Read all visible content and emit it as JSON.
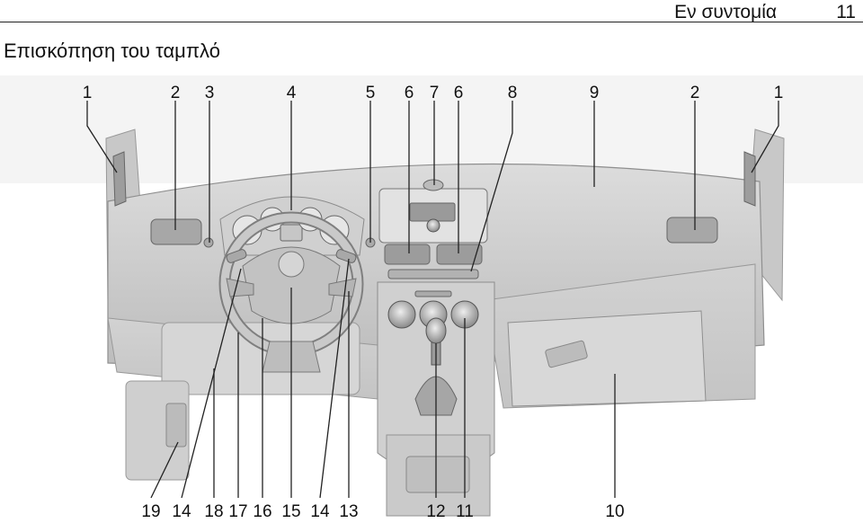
{
  "header": {
    "section_title": "Εν συντομία",
    "page_number": "11"
  },
  "page_heading": "Επισκόπηση του ταμπλό",
  "figure": {
    "top_callouts": [
      "1",
      "2",
      "3",
      "4",
      "5",
      "6",
      "7",
      "6",
      "8",
      "9",
      "2",
      "1"
    ],
    "bottom_callouts": [
      "19",
      "14",
      "18",
      "17",
      "16",
      "15",
      "14",
      "13",
      "12",
      "11",
      "10"
    ]
  }
}
